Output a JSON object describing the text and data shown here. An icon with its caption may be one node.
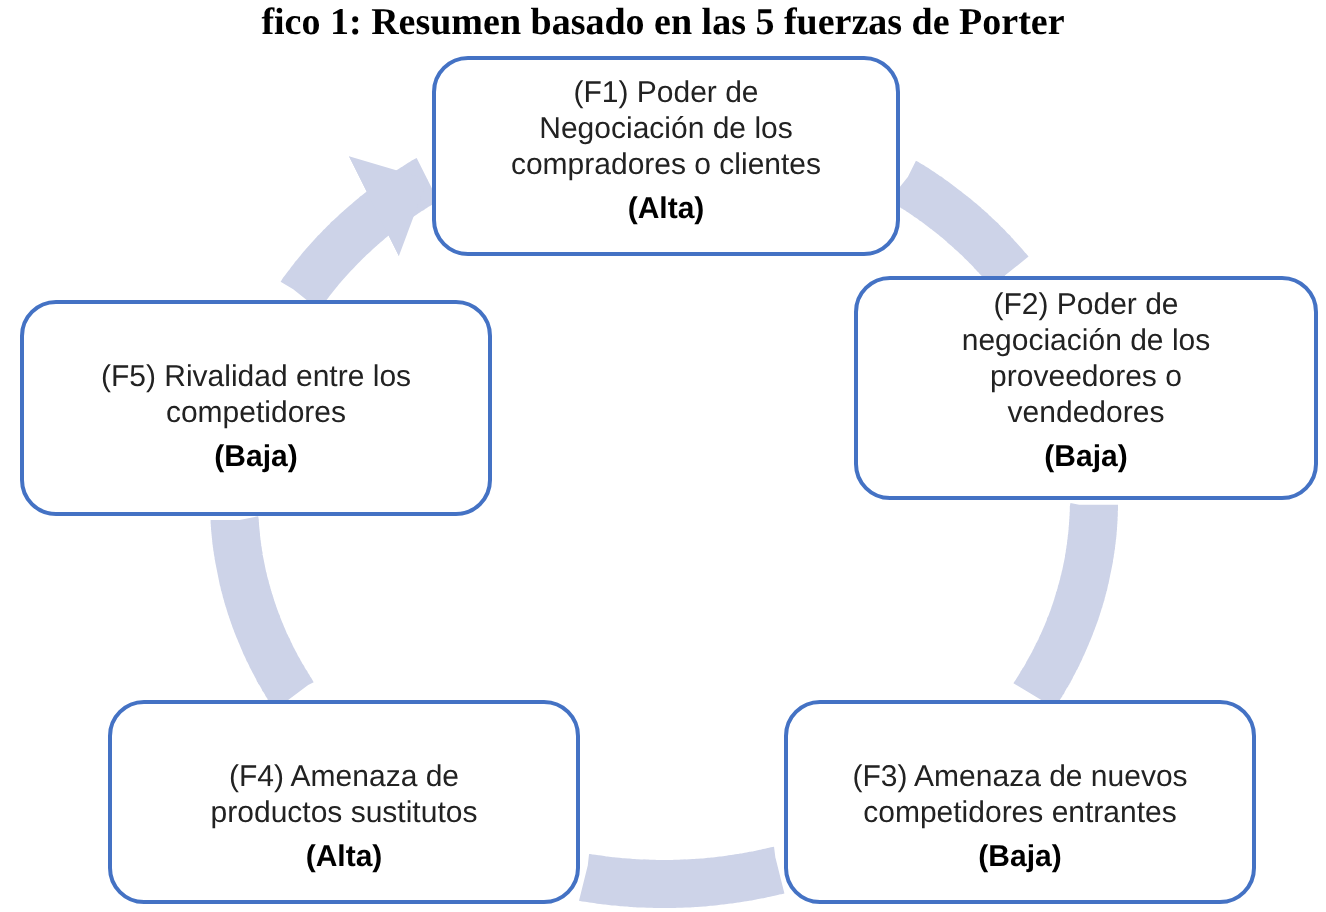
{
  "diagram": {
    "title": "fico 1: Resumen basado en las 5 fuerzas de Porter",
    "nodes": [
      {
        "text": [
          "(F1) Poder de Negociación de los compradores o clientes",
          "(Alta)"
        ]
      },
      {
        "text": [
          "(F2) Poder de negociación de los proveedores o vendedores",
          "(Baja)"
        ]
      },
      {
        "text": [
          "(F3) Amenaza de nuevos competidores entrantes",
          "(Baja)"
        ]
      },
      {
        "text": [
          "(F4) Amenaza de productos sustitutos",
          "(Alta)"
        ]
      },
      {
        "text": [
          "(F5) Rivalidad entre los competidores",
          "(Baja)"
        ]
      }
    ],
    "edges": [
      {
        "from": 0,
        "to": 1,
        "arrow": "none"
      },
      {
        "from": 1,
        "to": 2,
        "arrow": "none"
      },
      {
        "from": 2,
        "to": 3,
        "arrow": "none"
      },
      {
        "from": 3,
        "to": 4,
        "arrow": "none"
      },
      {
        "from": 4,
        "to": 0,
        "arrow": "to"
      }
    ]
  }
}
